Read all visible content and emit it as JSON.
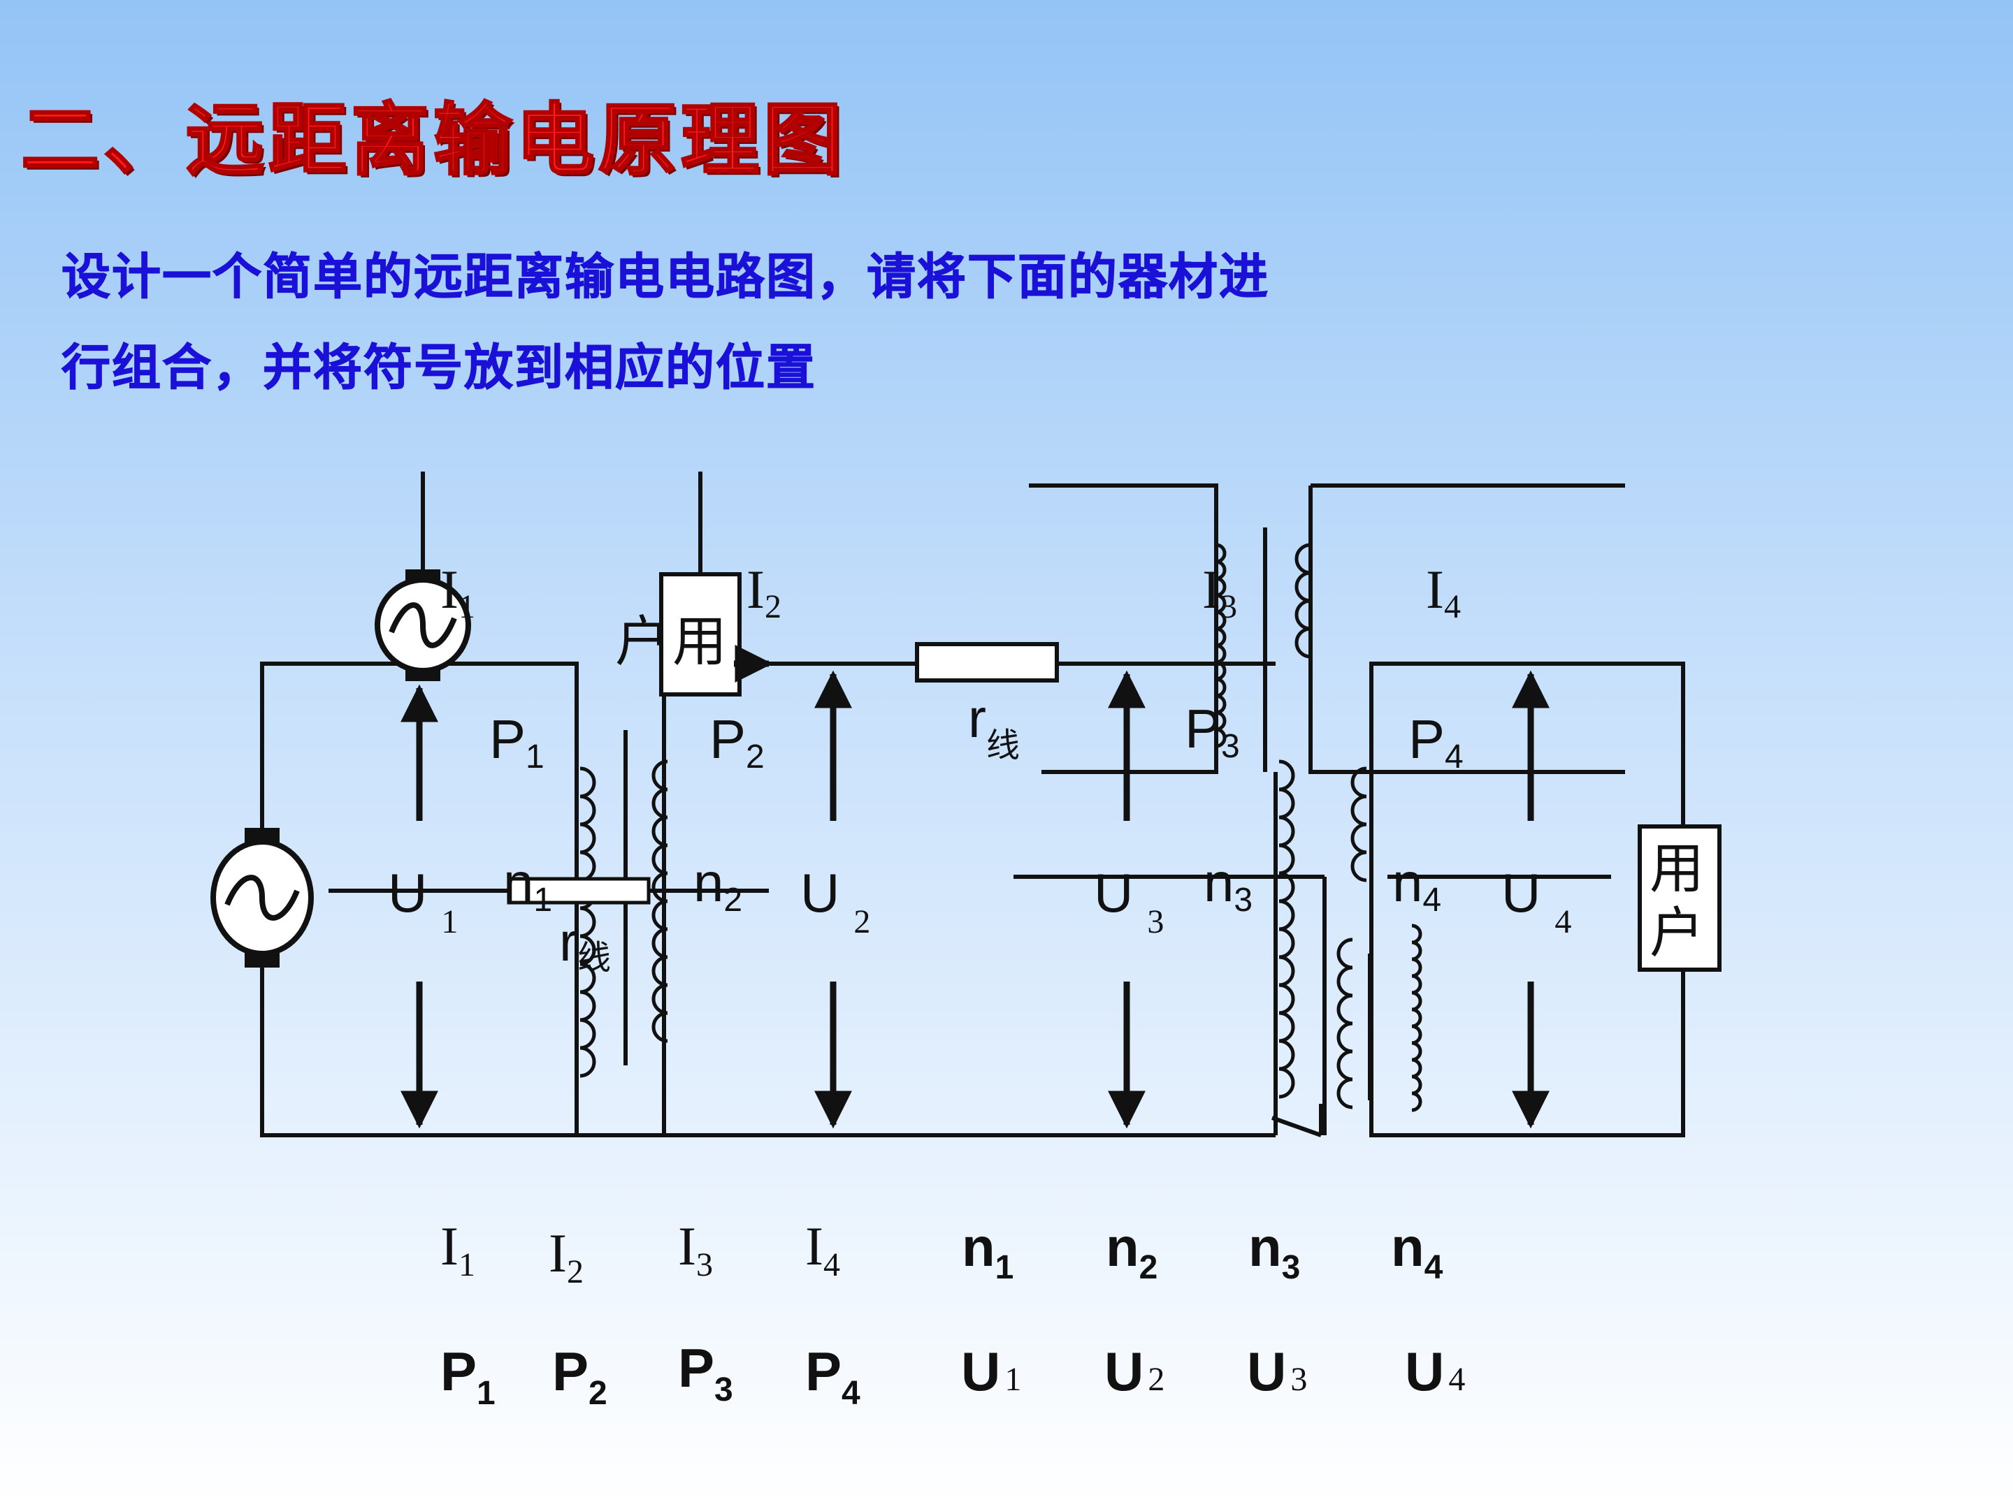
{
  "title": "二、远距离输电原理图",
  "instruction": {
    "line1": "设计一个简单的远距离输电电路图，请将下面的器材进",
    "line2": "行组合，并将符号放到相应的位置"
  },
  "diagram_labels": {
    "I1": {
      "main": "I",
      "sub": "1"
    },
    "I2": {
      "main": "I",
      "sub": "2"
    },
    "I3": {
      "main": "I",
      "sub": "3"
    },
    "I4": {
      "main": "I",
      "sub": "4"
    },
    "P1": {
      "main": "P",
      "sub": "1"
    },
    "P2": {
      "main": "P",
      "sub": "2"
    },
    "P3": {
      "main": "P",
      "sub": "3"
    },
    "P4": {
      "main": "P",
      "sub": "4"
    },
    "U1": {
      "main": "U",
      "sub": "1"
    },
    "U2": {
      "main": "U",
      "sub": "2"
    },
    "U3": {
      "main": "U",
      "sub": "3"
    },
    "U4": {
      "main": "U",
      "sub": "4"
    },
    "n1": {
      "main": "n",
      "sub": "1"
    },
    "n2": {
      "main": "n",
      "sub": "2"
    },
    "n3": {
      "main": "n",
      "sub": "3"
    },
    "n4": {
      "main": "n",
      "sub": "4"
    },
    "r_line_a": {
      "main": "r",
      "sub": "线"
    },
    "r_line_b": {
      "main": "r",
      "sub": "线"
    },
    "user_a": {
      "hu": "户",
      "yong": "用"
    },
    "user_b": {
      "yong": "用",
      "hu": "户"
    }
  },
  "palette": {
    "I": [
      {
        "main": "I",
        "sub": "1"
      },
      {
        "main": "I",
        "sub": "2"
      },
      {
        "main": "I",
        "sub": "3"
      },
      {
        "main": "I",
        "sub": "4"
      }
    ],
    "n": [
      {
        "main": "n",
        "sub": "1"
      },
      {
        "main": "n",
        "sub": "2"
      },
      {
        "main": "n",
        "sub": "3"
      },
      {
        "main": "n",
        "sub": "4"
      }
    ],
    "P": [
      {
        "main": "P",
        "sub": "1"
      },
      {
        "main": "P",
        "sub": "2"
      },
      {
        "main": "P",
        "sub": "3"
      },
      {
        "main": "P",
        "sub": "4"
      }
    ],
    "U": [
      {
        "main": "U",
        "sub": "1"
      },
      {
        "main": "U",
        "sub": "2"
      },
      {
        "main": "U",
        "sub": "3"
      },
      {
        "main": "U",
        "sub": "4"
      }
    ]
  },
  "colors": {
    "title": "#ff1a1a",
    "instruction": "#1a10d8",
    "wire": "#111111"
  },
  "icons": [
    "ac-generator-icon",
    "resistor-icon",
    "transformer-coil-icon",
    "arrow-icon"
  ]
}
